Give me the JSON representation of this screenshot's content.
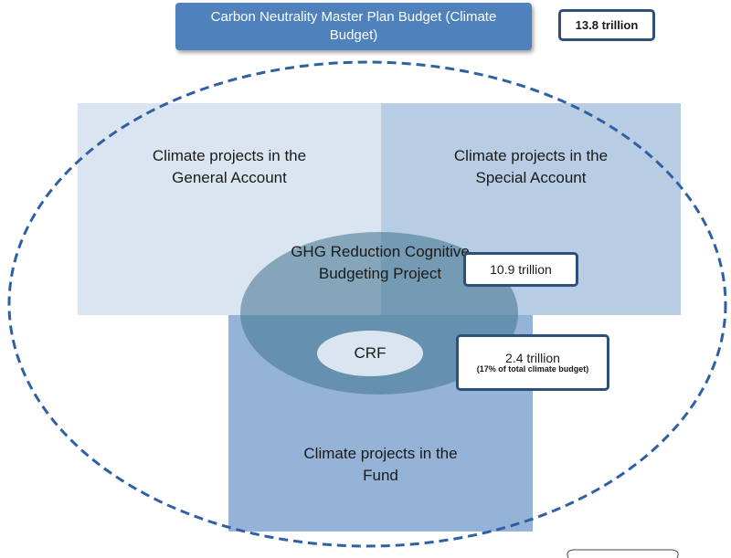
{
  "title": "Carbon Neutrality Master Plan Budget (Climate Budget)",
  "total_budget": "13.8 trillion",
  "general_account": "Climate projects in the General Account",
  "special_account": "Climate projects in the Special Account",
  "fund": "Climate projects in the Fund",
  "ghg_project": "GHG Reduction Cognitive Budgeting Project",
  "ghg_budget": "10.9 trillion",
  "crf": "CRF",
  "crf_budget": "2.4 trillion",
  "crf_share": "(17% of total climate budget)",
  "colors": {
    "banner": "#4f81bd",
    "general": "#dbe5f1",
    "special": "#b8cce4",
    "fund": "#95b3d7",
    "ellipse": "#3e738c",
    "outline": "#2c4f7c",
    "dashed_ring": "#2f5fa5"
  }
}
